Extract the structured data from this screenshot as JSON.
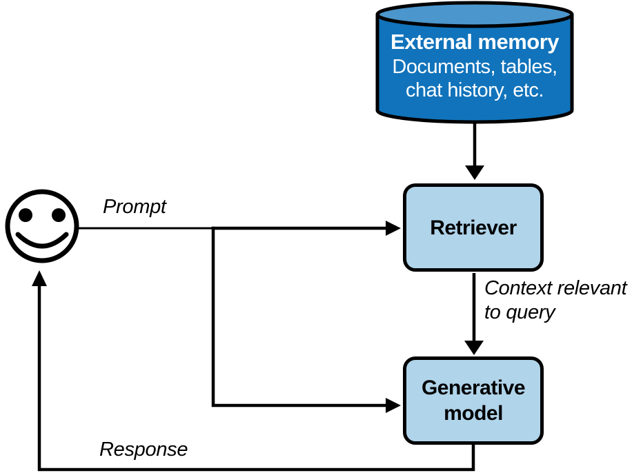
{
  "diagram": {
    "background_color": "#ffffff",
    "line_color": "#000000",
    "external_memory": {
      "icon": "database-cylinder-icon",
      "title": "External memory",
      "subtitle": "Documents, tables,\nchat history, etc.",
      "body_color": "#1173bb",
      "lid_color": "#4b96cc",
      "text_color": "#ffffff"
    },
    "retriever": {
      "label": "Retriever",
      "fill_color": "#b0d4ea",
      "border_color": "#000000"
    },
    "generative_model": {
      "label": "Generative\nmodel",
      "fill_color": "#b0d4ea",
      "border_color": "#000000"
    },
    "user": {
      "icon": "smiley-face-icon",
      "face_color": "#ffffff",
      "feature_color": "#000000"
    },
    "edge_labels": {
      "prompt": "Prompt",
      "context": "Context relevant\nto query",
      "response": "Response"
    }
  }
}
